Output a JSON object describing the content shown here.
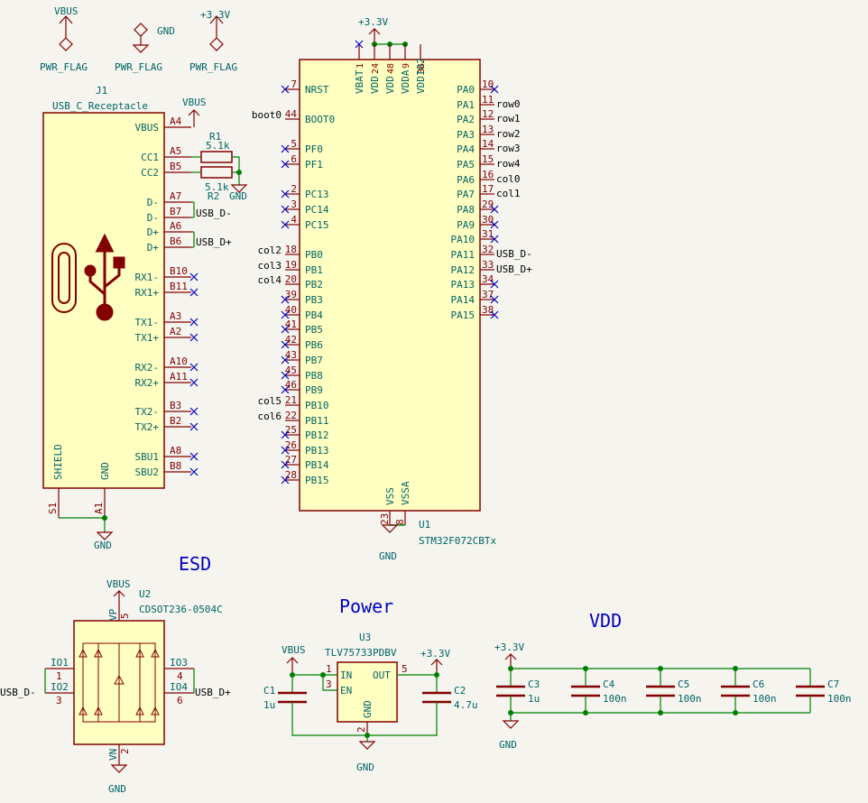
{
  "colors": {
    "background": "#f5f4ef",
    "wire": "#007f00",
    "body_fill": "#ffffc2",
    "body_stroke": "#840000",
    "text": "#006464",
    "no_connect": "#0000c2",
    "title": "#0000c2"
  },
  "power_flags": [
    {
      "net": "VBUS",
      "flag": "PWR_FLAG"
    },
    {
      "net": "GND",
      "flag": "PWR_FLAG"
    },
    {
      "net": "+3.3V",
      "flag": "PWR_FLAG"
    }
  ],
  "connector": {
    "ref": "J1",
    "value": "USB_C_Receptacle",
    "vbus": "VBUS",
    "gnd": "GND",
    "left_pins": [
      {
        "num": "S1",
        "name": "SHIELD"
      },
      {
        "num": "A1",
        "name": "GND"
      }
    ],
    "pins": [
      {
        "num": "A4",
        "name": "VBUS"
      },
      {
        "num": "A5",
        "name": "CC1"
      },
      {
        "num": "B5",
        "name": "CC2"
      },
      {
        "num": "A7",
        "name": "D-"
      },
      {
        "num": "B7",
        "name": "D-"
      },
      {
        "num": "A6",
        "name": "D+"
      },
      {
        "num": "B6",
        "name": "D+"
      },
      {
        "num": "B10",
        "name": "RX1-"
      },
      {
        "num": "B11",
        "name": "RX1+"
      },
      {
        "num": "A3",
        "name": "TX1-"
      },
      {
        "num": "A2",
        "name": "TX1+"
      },
      {
        "num": "A10",
        "name": "RX2-"
      },
      {
        "num": "A11",
        "name": "RX2+"
      },
      {
        "num": "B3",
        "name": "TX2-"
      },
      {
        "num": "B2",
        "name": "TX2+"
      },
      {
        "num": "A8",
        "name": "SBU1"
      },
      {
        "num": "B8",
        "name": "SBU2"
      }
    ]
  },
  "resistors": [
    {
      "ref": "R1",
      "value": "5.1k"
    },
    {
      "ref": "R2",
      "value": "5.1k"
    }
  ],
  "net_labels": {
    "usb_dm": "USB_D-",
    "usb_dp": "USB_D+",
    "boot0": "boot0"
  },
  "mcu": {
    "ref": "U1",
    "value": "STM32F072CBTx",
    "supply": "+3.3V",
    "gnd": "GND",
    "top_pins": [
      {
        "num": "1",
        "name": "VBAT"
      },
      {
        "num": "24",
        "name": "VDD"
      },
      {
        "num": "48",
        "name": "VDD"
      },
      {
        "num": "9",
        "name": "VDDA"
      },
      {
        "num": "36",
        "name": "VDDIO2"
      }
    ],
    "bottom_pins": [
      {
        "num": "23",
        "name": "VSS"
      },
      {
        "num": "8",
        "name": "VSSA"
      }
    ],
    "left_pins": [
      {
        "num": "7",
        "name": "NRST",
        "net": ""
      },
      {
        "num": "44",
        "name": "BOOT0",
        "net": "boot0"
      },
      {
        "num": "5",
        "name": "PF0",
        "net": ""
      },
      {
        "num": "6",
        "name": "PF1",
        "net": ""
      },
      {
        "num": "2",
        "name": "PC13",
        "net": ""
      },
      {
        "num": "3",
        "name": "PC14",
        "net": ""
      },
      {
        "num": "4",
        "name": "PC15",
        "net": ""
      },
      {
        "num": "18",
        "name": "PB0",
        "net": "col2"
      },
      {
        "num": "19",
        "name": "PB1",
        "net": "col3"
      },
      {
        "num": "20",
        "name": "PB2",
        "net": "col4"
      },
      {
        "num": "39",
        "name": "PB3",
        "net": ""
      },
      {
        "num": "40",
        "name": "PB4",
        "net": ""
      },
      {
        "num": "41",
        "name": "PB5",
        "net": ""
      },
      {
        "num": "42",
        "name": "PB6",
        "net": ""
      },
      {
        "num": "43",
        "name": "PB7",
        "net": ""
      },
      {
        "num": "45",
        "name": "PB8",
        "net": ""
      },
      {
        "num": "46",
        "name": "PB9",
        "net": ""
      },
      {
        "num": "21",
        "name": "PB10",
        "net": "col5"
      },
      {
        "num": "22",
        "name": "PB11",
        "net": "col6"
      },
      {
        "num": "25",
        "name": "PB12",
        "net": ""
      },
      {
        "num": "26",
        "name": "PB13",
        "net": ""
      },
      {
        "num": "27",
        "name": "PB14",
        "net": ""
      },
      {
        "num": "28",
        "name": "PB15",
        "net": ""
      }
    ],
    "right_pins": [
      {
        "num": "10",
        "name": "PA0",
        "net": ""
      },
      {
        "num": "11",
        "name": "PA1",
        "net": "row0"
      },
      {
        "num": "12",
        "name": "PA2",
        "net": "row1"
      },
      {
        "num": "13",
        "name": "PA3",
        "net": "row2"
      },
      {
        "num": "14",
        "name": "PA4",
        "net": "row3"
      },
      {
        "num": "15",
        "name": "PA5",
        "net": "row4"
      },
      {
        "num": "16",
        "name": "PA6",
        "net": "col0"
      },
      {
        "num": "17",
        "name": "PA7",
        "net": "col1"
      },
      {
        "num": "29",
        "name": "PA8",
        "net": ""
      },
      {
        "num": "30",
        "name": "PA9",
        "net": ""
      },
      {
        "num": "31",
        "name": "PA10",
        "net": ""
      },
      {
        "num": "32",
        "name": "PA11",
        "net": "USB_D-"
      },
      {
        "num": "33",
        "name": "PA12",
        "net": "USB_D+"
      },
      {
        "num": "34",
        "name": "PA13",
        "net": ""
      },
      {
        "num": "37",
        "name": "PA14",
        "net": ""
      },
      {
        "num": "38",
        "name": "PA15",
        "net": ""
      }
    ]
  },
  "esd": {
    "title": "ESD",
    "ref": "U2",
    "value": "CDSOT236-0504C",
    "vbus": "VBUS",
    "gnd": "GND",
    "vp": {
      "num": "5",
      "name": "VP"
    },
    "vn": {
      "num": "2",
      "name": "VN"
    },
    "pins": [
      {
        "num": "1",
        "name": "IO1"
      },
      {
        "num": "3",
        "name": "IO2"
      },
      {
        "num": "4",
        "name": "IO3"
      },
      {
        "num": "6",
        "name": "IO4"
      }
    ],
    "net_left": "USB_D-",
    "net_right": "USB_D+"
  },
  "power": {
    "title": "Power",
    "ref": "U3",
    "value": "TLV75733PDBV",
    "vin": "VBUS",
    "vout": "+3.3V",
    "gnd": "GND",
    "pins": [
      {
        "num": "1",
        "name": "IN"
      },
      {
        "num": "3",
        "name": "EN"
      },
      {
        "num": "5",
        "name": "OUT"
      },
      {
        "num": "2",
        "name": "GND"
      }
    ],
    "c1": {
      "ref": "C1",
      "value": "1u"
    },
    "c2": {
      "ref": "C2",
      "value": "4.7u"
    }
  },
  "vdd": {
    "title": "VDD",
    "supply": "+3.3V",
    "gnd": "GND",
    "caps": [
      {
        "ref": "C3",
        "value": "1u"
      },
      {
        "ref": "C4",
        "value": "100n"
      },
      {
        "ref": "C5",
        "value": "100n"
      },
      {
        "ref": "C6",
        "value": "100n"
      },
      {
        "ref": "C7",
        "value": "100n"
      }
    ]
  }
}
